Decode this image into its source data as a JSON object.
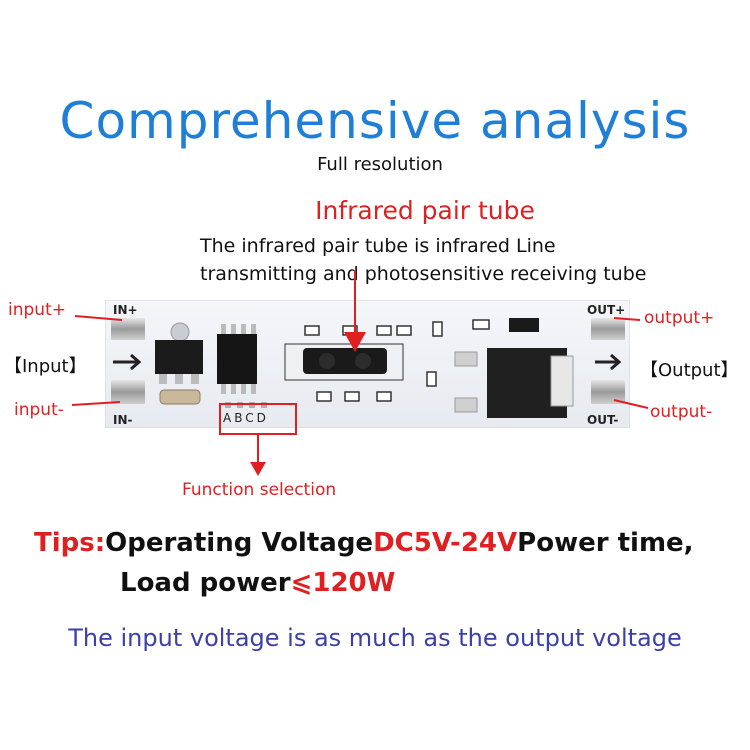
{
  "title": "Comprehensive analysis",
  "subtitle": "Full resolution",
  "infrared": {
    "heading": "Infrared pair tube",
    "desc_line1": "The infrared pair tube is infrared Line",
    "desc_line2": "transmitting and photosensitive receiving tube"
  },
  "board": {
    "in_plus": "IN+",
    "in_minus": "IN-",
    "out_plus": "OUT+",
    "out_minus": "OUT-",
    "selector_letters": "ABCD"
  },
  "labels": {
    "input_plus": "input+",
    "input": "【Input】",
    "input_minus": "input-",
    "output_plus": "output+",
    "output": "【Output】",
    "output_minus": "output-",
    "function_selection": "Function selection"
  },
  "tips": {
    "prefix": "Tips:",
    "text1": "Operating Voltage",
    "voltage": "DC5V-24V",
    "text2": "Power time,",
    "text3": "Load power",
    "power": "⩽120W"
  },
  "bottom_note": "The input voltage is as much as the output voltage",
  "colors": {
    "title": "#1f7fd6",
    "accent_red": "#e02020",
    "note": "#3b3fa8"
  }
}
